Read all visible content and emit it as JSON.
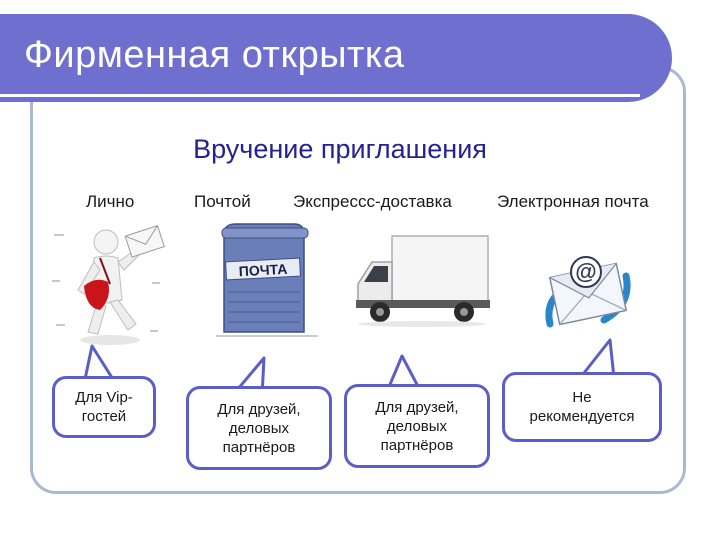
{
  "header": {
    "title": "Фирменная открытка"
  },
  "diagram": {
    "subtitle": "Вручение приглашения",
    "methods": [
      {
        "label": "Лично",
        "note": "Для Vip-\nгостей"
      },
      {
        "label": "Почтой",
        "note": "Для друзей,\nделовых\nпартнёров"
      },
      {
        "label": "Экспрессс-доставка",
        "note": "Для друзей,\nделовых\nпартнёров"
      },
      {
        "label": "Электронная почта",
        "note": "Не\nрекомендуется"
      }
    ],
    "mailbox_sign": "ПОЧТА"
  },
  "colors": {
    "title_bar": "#6e6fce",
    "frame": "#a9b9d2",
    "subtitle": "#23238f",
    "bubble_border": "#5c5ec8",
    "mailbox": "#6a7fb8",
    "email_icon": "#2a86c6"
  }
}
